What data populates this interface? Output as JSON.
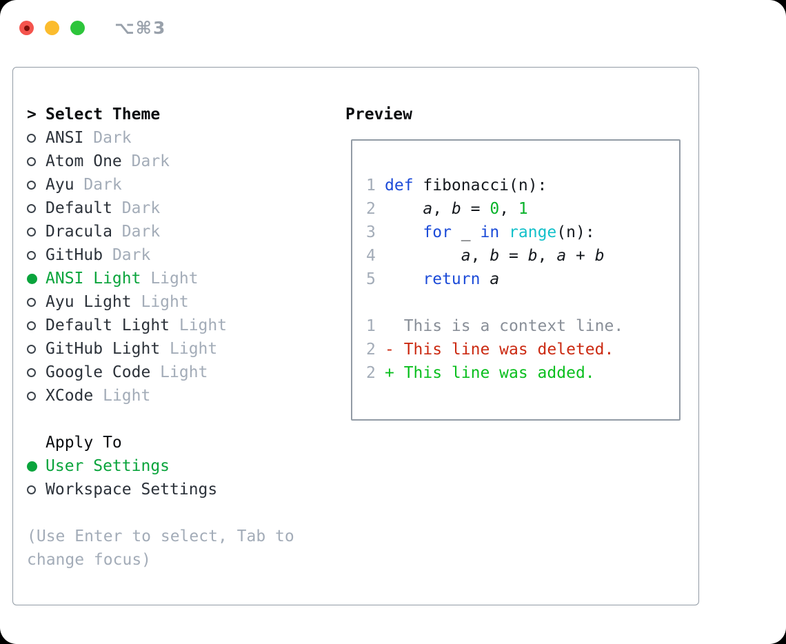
{
  "window": {
    "shortcut": "⌥⌘3"
  },
  "theme_panel": {
    "header_marker": ">",
    "header": "Select Theme",
    "items": [
      {
        "name": "ANSI",
        "variant": "Dark",
        "selected": false
      },
      {
        "name": "Atom One",
        "variant": "Dark",
        "selected": false
      },
      {
        "name": "Ayu",
        "variant": "Dark",
        "selected": false
      },
      {
        "name": "Default",
        "variant": "Dark",
        "selected": false
      },
      {
        "name": "Dracula",
        "variant": "Dark",
        "selected": false
      },
      {
        "name": "GitHub",
        "variant": "Dark",
        "selected": false
      },
      {
        "name": "ANSI Light",
        "variant": "Light",
        "selected": true
      },
      {
        "name": "Ayu Light",
        "variant": "Light",
        "selected": false
      },
      {
        "name": "Default Light",
        "variant": "Light",
        "selected": false
      },
      {
        "name": "GitHub Light",
        "variant": "Light",
        "selected": false
      },
      {
        "name": "Google Code",
        "variant": "Light",
        "selected": false
      },
      {
        "name": "XCode",
        "variant": "Light",
        "selected": false
      }
    ],
    "apply_to": {
      "header": "Apply To",
      "options": [
        {
          "label": "User Settings",
          "selected": true
        },
        {
          "label": "Workspace Settings",
          "selected": false
        }
      ]
    },
    "help_text": "(Use Enter to select, Tab to change focus)"
  },
  "preview": {
    "header": "Preview",
    "code_lines": [
      {
        "num": "1",
        "tokens": [
          {
            "t": "def",
            "c": "kw"
          },
          {
            "t": " fibonacci(n):",
            "c": "pl"
          }
        ]
      },
      {
        "num": "2",
        "tokens": [
          {
            "t": "    ",
            "c": "pl"
          },
          {
            "t": "a",
            "c": "var"
          },
          {
            "t": ", ",
            "c": "pl"
          },
          {
            "t": "b",
            "c": "var"
          },
          {
            "t": " = ",
            "c": "pl"
          },
          {
            "t": "0",
            "c": "num"
          },
          {
            "t": ", ",
            "c": "pl"
          },
          {
            "t": "1",
            "c": "num"
          }
        ]
      },
      {
        "num": "3",
        "tokens": [
          {
            "t": "    ",
            "c": "pl"
          },
          {
            "t": "for",
            "c": "kw"
          },
          {
            "t": " _ ",
            "c": "pl"
          },
          {
            "t": "in",
            "c": "kw"
          },
          {
            "t": " ",
            "c": "pl"
          },
          {
            "t": "range",
            "c": "fn"
          },
          {
            "t": "(n):",
            "c": "pl"
          }
        ]
      },
      {
        "num": "4",
        "tokens": [
          {
            "t": "        ",
            "c": "pl"
          },
          {
            "t": "a",
            "c": "var"
          },
          {
            "t": ", ",
            "c": "pl"
          },
          {
            "t": "b",
            "c": "var"
          },
          {
            "t": " = ",
            "c": "pl"
          },
          {
            "t": "b",
            "c": "var"
          },
          {
            "t": ", ",
            "c": "pl"
          },
          {
            "t": "a",
            "c": "var"
          },
          {
            "t": " + ",
            "c": "pl"
          },
          {
            "t": "b",
            "c": "var"
          }
        ]
      },
      {
        "num": "5",
        "tokens": [
          {
            "t": "    ",
            "c": "pl"
          },
          {
            "t": "return",
            "c": "kw"
          },
          {
            "t": " ",
            "c": "pl"
          },
          {
            "t": "a",
            "c": "var"
          }
        ]
      },
      {
        "num": "",
        "tokens": []
      },
      {
        "num": "1",
        "tokens": [
          {
            "t": "  This is a context line.",
            "c": "ctx"
          }
        ]
      },
      {
        "num": "2",
        "tokens": [
          {
            "t": "- This line was deleted.",
            "c": "del"
          }
        ]
      },
      {
        "num": "2",
        "tokens": [
          {
            "t": "+ This line was added.",
            "c": "add"
          }
        ]
      }
    ]
  },
  "colors": {
    "accent_green": "#0aa43c",
    "keyword_blue": "#1c4bd8",
    "function_cyan": "#12c0ca",
    "number_green": "#07b229",
    "deleted_red": "#cb2a12",
    "added_green": "#0abf1e",
    "muted_gray": "#a3acb8",
    "context_gray": "#898f98",
    "item_text": "#2c323a",
    "header_text": "#0a0c0f",
    "code_text": "#15191e",
    "border_gray": "#929ba5",
    "shortcut_gray": "#99a1ab",
    "traffic_red": "#f4544d",
    "traffic_yellow": "#fbbc2e",
    "traffic_green": "#2dc53b"
  }
}
